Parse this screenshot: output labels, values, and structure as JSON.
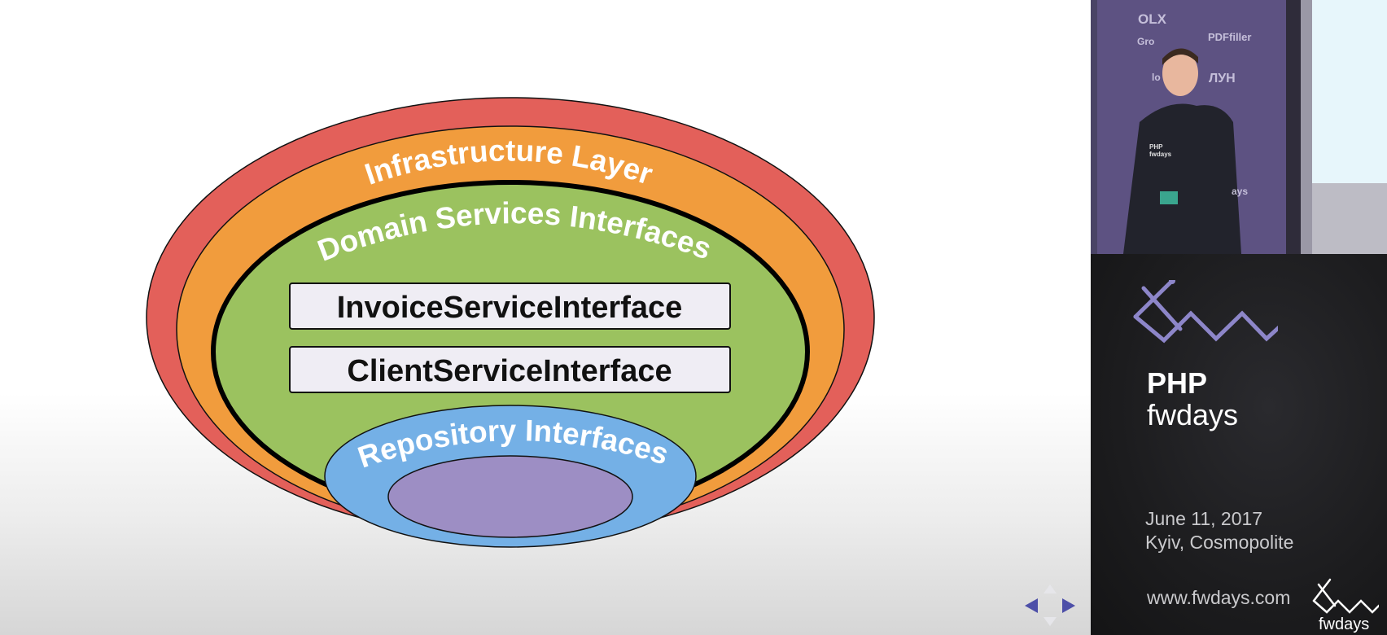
{
  "diagram": {
    "layers": [
      {
        "name": "Infrastructure Layer",
        "color": "#e3605a"
      },
      {
        "name": "",
        "color": "#f19c3d"
      },
      {
        "name": "Domain Services Interfaces",
        "color": "#9bc25f"
      },
      {
        "name": "Repository Interfaces",
        "color": "#74b0e6"
      },
      {
        "name": "",
        "color": "#9d8ec4"
      }
    ],
    "boxes": [
      "InvoiceServiceInterface",
      "ClientServiceInterface"
    ]
  },
  "slide_nav": {
    "prev_icon": "triangle-left",
    "next_icon": "triangle-right"
  },
  "video": {
    "sponsors": [
      "OLX",
      "Gro",
      "PDFfiller",
      "ЛУН",
      "lo",
      "ays"
    ],
    "shirt_text": [
      "PHP",
      "fwdays"
    ]
  },
  "branding": {
    "php": "PHP",
    "fwdays": "fwdays",
    "date": "June 11, 2017",
    "venue": "Kyiv, Cosmopolite",
    "website": "www.fwdays.com",
    "corner_label": "fwdays"
  }
}
